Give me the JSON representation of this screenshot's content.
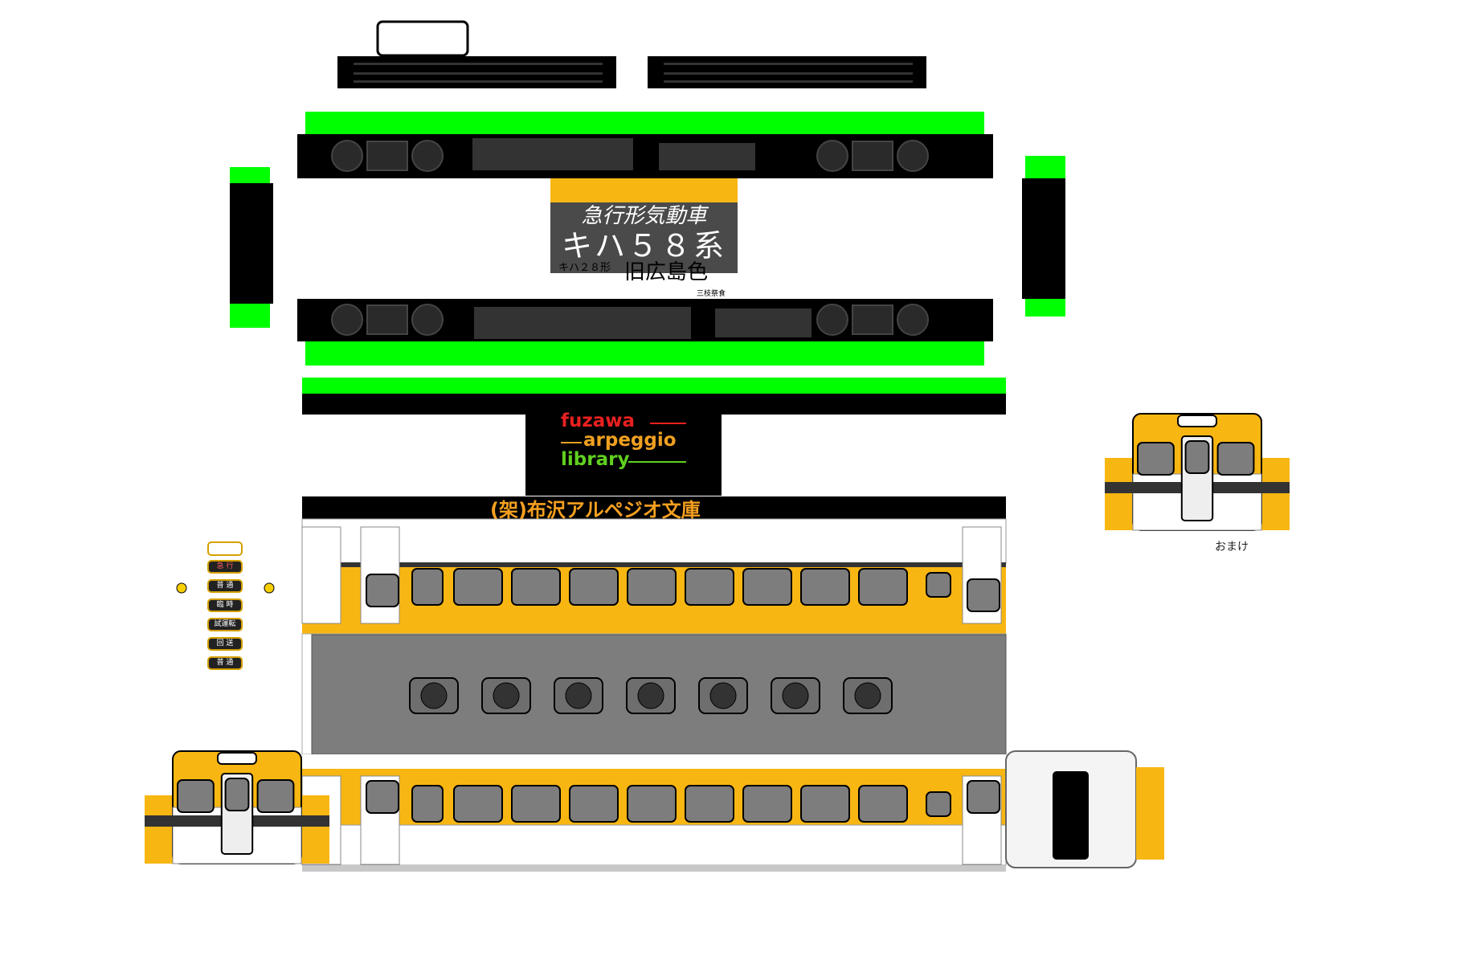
{
  "title_panel": {
    "line1": "急行形気動車",
    "line2": "キハ５８系",
    "model": "キハ２８形",
    "livery": "旧広島色",
    "variant": "三枝祭食"
  },
  "logo": {
    "line1": "fuzawa",
    "line2": "arpeggio",
    "line3": "library",
    "color1": "#e82020",
    "color2": "#f0a020",
    "color3": "#60d020"
  },
  "publisher": "(架)布沢アルペジオ文庫",
  "destination_plates": [
    "急 行",
    "普 通",
    "臨 時",
    "試運転",
    "回 送",
    "普 通"
  ],
  "bonus_label": "おまけ",
  "colors": {
    "body_yellow": "#f8b612",
    "accent_green": "#00ff00",
    "underfloor_black": "#000000",
    "roof_gray": "#7d7d7d",
    "window_gray": "#7d7d7d",
    "skirt_gray": "#c8c8c8"
  }
}
